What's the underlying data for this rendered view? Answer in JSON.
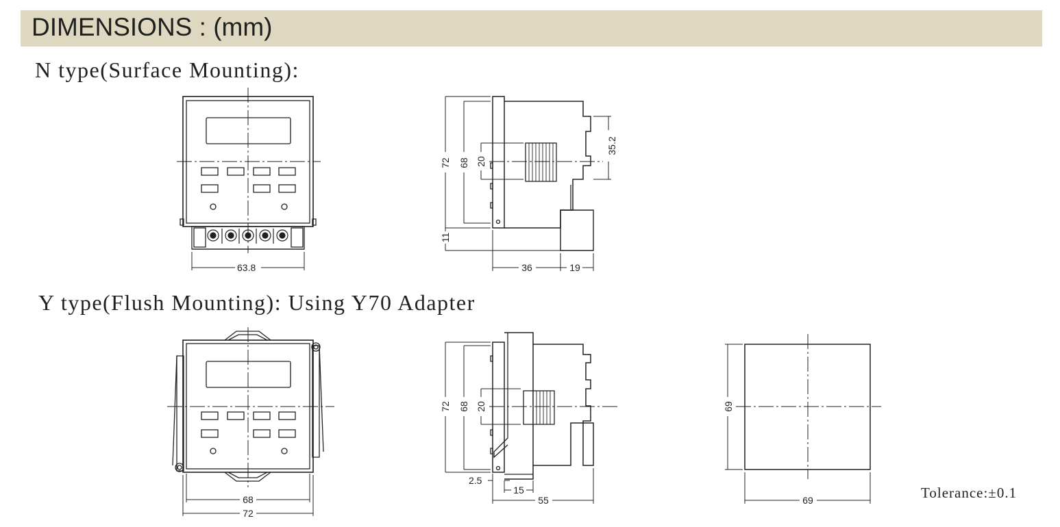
{
  "header": {
    "title": "DIMENSIONS : (mm)"
  },
  "sections": {
    "n_type": {
      "title": "N type(Surface Mounting):"
    },
    "y_type": {
      "title": "Y type(Flush Mounting): Using Y70 Adapter"
    }
  },
  "dimensions": {
    "n_front_width": "63.8",
    "n_side_height_outer": "72",
    "n_side_height_inner": "68",
    "n_side_rail": "20",
    "n_side_terminal": "11",
    "n_side_rail_slot": "35.2",
    "n_side_depth": "36",
    "n_side_terminal_depth": "19",
    "y_front_inner": "68",
    "y_front_outer": "72",
    "y_side_height_outer": "72",
    "y_side_height_inner": "68",
    "y_side_rail": "20",
    "y_side_panel": "2.5",
    "y_side_adapter": "15",
    "y_side_depth": "55",
    "cutout_height": "69",
    "cutout_width": "69"
  },
  "footer": {
    "tolerance": "Tolerance:±0.1"
  }
}
